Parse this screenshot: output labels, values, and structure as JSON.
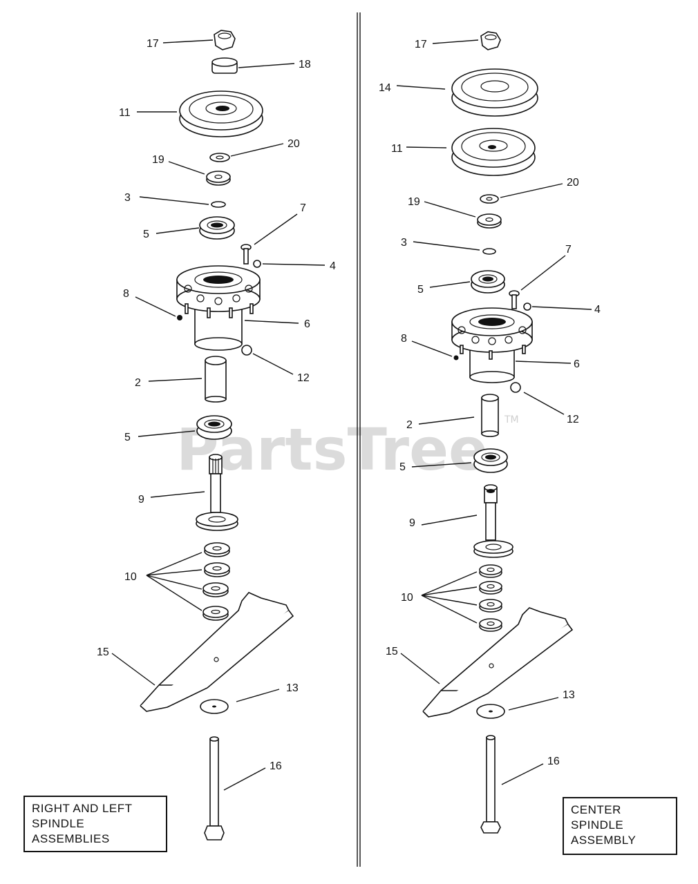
{
  "watermark": {
    "text": "PartsTree",
    "mark": "TM"
  },
  "left": {
    "labels": {
      "17": "17",
      "18": "18",
      "11": "11",
      "20": "20",
      "19": "19",
      "3": "3",
      "5a": "5",
      "7": "7",
      "4": "4",
      "8": "8",
      "6": "6",
      "2": "2",
      "12": "12",
      "5b": "5",
      "9": "9",
      "10": "10",
      "15": "15",
      "13": "13",
      "16": "16"
    },
    "box_lines": [
      "RIGHT AND LEFT",
      "SPINDLE",
      "ASSEMBLIES"
    ]
  },
  "right": {
    "labels": {
      "17": "17",
      "14": "14",
      "11": "11",
      "20": "20",
      "19": "19",
      "3": "3",
      "7": "7",
      "5a": "5",
      "4": "4",
      "8": "8",
      "6": "6",
      "12": "12",
      "2": "2",
      "5b": "5",
      "9": "9",
      "10": "10",
      "15": "15",
      "13": "13",
      "16": "16"
    },
    "box_lines": [
      "CENTER",
      "SPINDLE",
      "ASSEMBLY"
    ]
  }
}
